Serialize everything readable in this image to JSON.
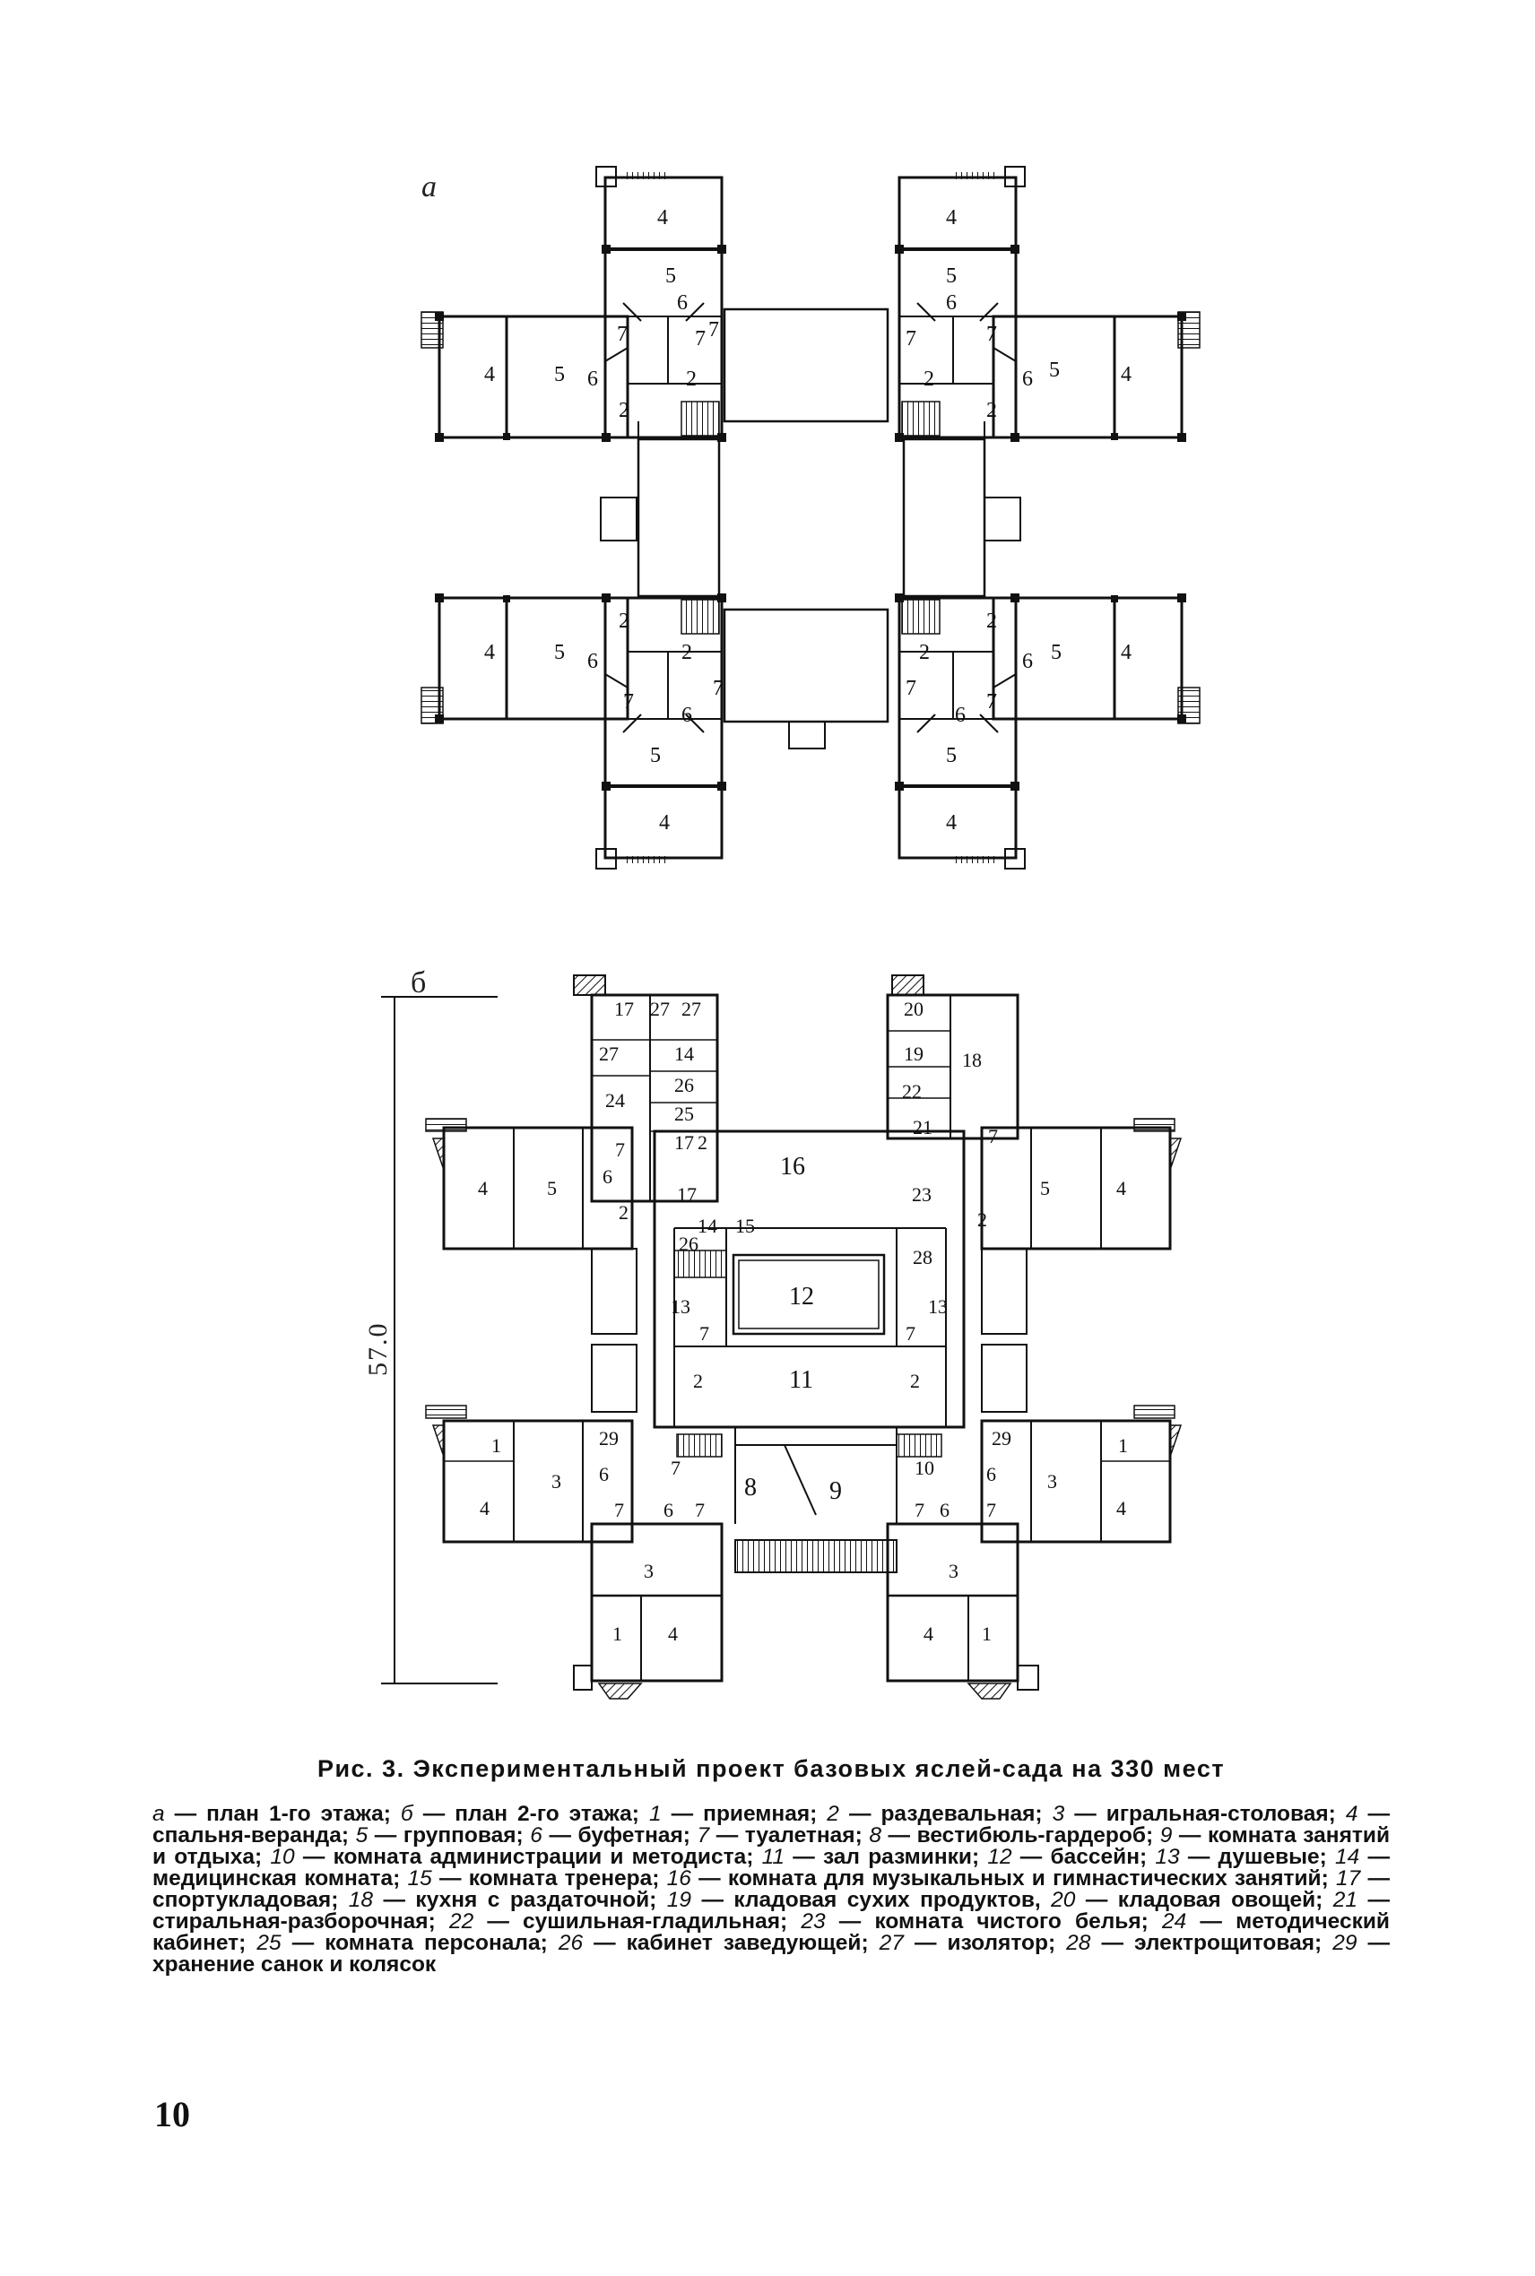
{
  "plans": {
    "a": {
      "label": "а"
    },
    "b": {
      "label": "б",
      "dimension": "57.0"
    }
  },
  "caption": "Рис. 3. Экспериментальный проект базовых яслей-сада на 330 мест",
  "legend": [
    {
      "n": "а",
      "t": "план 1-го этажа;"
    },
    {
      "n": "б",
      "t": "план 2-го этажа;"
    },
    {
      "n": "1",
      "t": "приемная;"
    },
    {
      "n": "2",
      "t": "раздевальная;"
    },
    {
      "n": "3",
      "t": "игральная-столовая;"
    },
    {
      "n": "4",
      "t": "спальня-веранда;"
    },
    {
      "n": "5",
      "t": "групповая;"
    },
    {
      "n": "6",
      "t": "буфетная;"
    },
    {
      "n": "7",
      "t": "туалетная;"
    },
    {
      "n": "8",
      "t": "вестибюль-гардероб;"
    },
    {
      "n": "9",
      "t": "комната занятий и отдыха;"
    },
    {
      "n": "10",
      "t": "комната администрации и методиста;"
    },
    {
      "n": "11",
      "t": "зал разминки;"
    },
    {
      "n": "12",
      "t": "бассейн;"
    },
    {
      "n": "13",
      "t": "душевые;"
    },
    {
      "n": "14",
      "t": "медицинская комната;"
    },
    {
      "n": "15",
      "t": "комната тренера;"
    },
    {
      "n": "16",
      "t": "комната для музыкальных и гимнастических занятий;"
    },
    {
      "n": "17",
      "t": "спортукладовая;"
    },
    {
      "n": "18",
      "t": "кухня с раздаточной;"
    },
    {
      "n": "19",
      "t": "кладовая сухих продуктов,"
    },
    {
      "n": "20",
      "t": "кладовая овощей;"
    },
    {
      "n": "21",
      "t": "стиральная-разборочная;"
    },
    {
      "n": "22",
      "t": "сушильная-гладильная;"
    },
    {
      "n": "23",
      "t": "комната чистого белья;"
    },
    {
      "n": "24",
      "t": "методический кабинет;"
    },
    {
      "n": "25",
      "t": "комната персонала;"
    },
    {
      "n": "26",
      "t": "кабинет заведующей;"
    },
    {
      "n": "27",
      "t": "изолятор;"
    },
    {
      "n": "28",
      "t": "электрощитовая;"
    },
    {
      "n": "29",
      "t": "хранение санок и колясок"
    }
  ],
  "page_number": "10"
}
